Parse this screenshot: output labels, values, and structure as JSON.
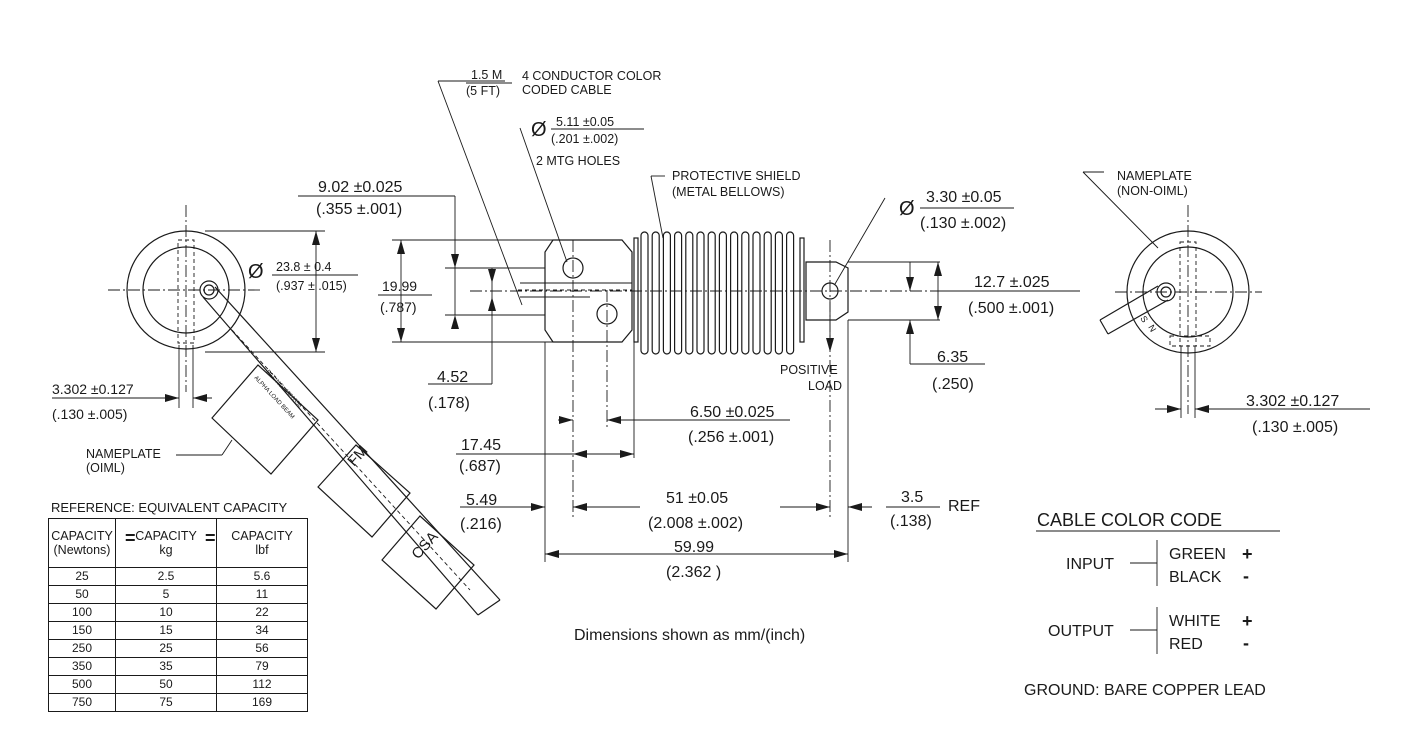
{
  "cable": {
    "length_mm": "1.5 M",
    "length_ft": "(5 FT)",
    "desc_1": "4 CONDUCTOR COLOR",
    "desc_2": "CODED CABLE"
  },
  "mtg_holes": {
    "symbol": "Ø",
    "dia_mm": "5.11 ±0.05",
    "dia_in": "(.201 ±.002)",
    "label": "2 MTG HOLES"
  },
  "shield": {
    "line_1": "PROTECTIVE SHIELD",
    "line_2": "(METAL BELLOWS)"
  },
  "load_hole": {
    "symbol": "Ø",
    "dia_mm": "3.30 ±0.05",
    "dia_in": "(.130 ±.002)"
  },
  "dims": {
    "d_902_mm": "9.02 ±0.025",
    "d_902_in": "(.355 ±.001)",
    "d_1999_mm": "19.99",
    "d_1999_in": "(.787)",
    "d_238_mm": "23.8  ±  0.4",
    "d_238_in": "(.937 ± .015)",
    "d_452_mm": "4.52",
    "d_452_in": "(.178)",
    "d_1745_mm": "17.45",
    "d_1745_in": "(.687)",
    "d_549_mm": "5.49",
    "d_549_in": "(.216)",
    "d_650_mm": "6.50 ±0.025",
    "d_650_in": "(.256 ±.001)",
    "d_51_mm": "51 ±0.05",
    "d_51_in": "(2.008 ±.002)",
    "d_5999_mm": "59.99",
    "d_5999_in": "(2.362 )",
    "d_35_mm": "3.5",
    "d_35_in": "(.138)",
    "d_35_ref": "REF",
    "d_127_mm": "12.7 ±.025",
    "d_127_in": "(.500 ±.001)",
    "d_635_mm": "6.35",
    "d_635_in": "(.250)",
    "d_3302L_mm": "3.302 ±0.127",
    "d_3302L_in": "(.130 ±.005)",
    "d_3302R_mm": "3.302  ±0.127",
    "d_3302R_in": "(.130 ±.005)"
  },
  "labels": {
    "positive_load_1": "POSITIVE",
    "positive_load_2": "LOAD",
    "nameplate_oiml_1": "NAMEPLATE",
    "nameplate_oiml_2": "(OIML)",
    "nameplate_non_1": "NAMEPLATE",
    "nameplate_non_2": "(NON-OIML)",
    "tag_fm": "FM",
    "tag_csa": "CSA",
    "engraving_1": "ALPHA LOAD BEAM",
    "engraving_2": "PAT. NO. 4926558",
    "end_s": "S",
    "end_n": "N",
    "dimensions_note": "Dimensions shown as mm/(inch)"
  },
  "capacity_table": {
    "title": "REFERENCE: EQUIVALENT CAPACITY",
    "headers": [
      {
        "line_1": "CAPACITY",
        "line_2": "(Newtons)"
      },
      {
        "line_1": "CAPACITY",
        "line_2": "kg"
      },
      {
        "line_1": "CAPACITY",
        "line_2": "lbf"
      }
    ],
    "equals": "=",
    "rows": [
      [
        "25",
        "2.5",
        "5.6"
      ],
      [
        "50",
        "5",
        "11"
      ],
      [
        "100",
        "10",
        "22"
      ],
      [
        "150",
        "15",
        "34"
      ],
      [
        "250",
        "25",
        "56"
      ],
      [
        "350",
        "35",
        "79"
      ],
      [
        "500",
        "50",
        "112"
      ],
      [
        "750",
        "75",
        "169"
      ]
    ]
  },
  "color_code": {
    "title": "CABLE COLOR CODE",
    "input_label": "INPUT",
    "input_pos": "GREEN",
    "input_pos_sign": "+",
    "input_neg": "BLACK",
    "input_neg_sign": "-",
    "output_label": "OUTPUT",
    "output_pos": "WHITE",
    "output_pos_sign": "+",
    "output_neg": "RED",
    "output_neg_sign": "-",
    "ground": "GROUND: BARE COPPER LEAD"
  }
}
